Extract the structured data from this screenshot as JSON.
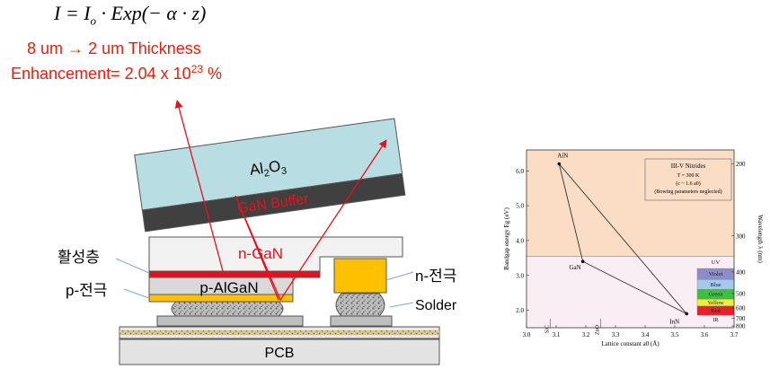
{
  "formula": {
    "lhs": "I",
    "eq1": " = ",
    "i0_base": "I",
    "i0_sub": "o",
    "dot1": " · ",
    "func": "Exp",
    "args": "(− α · z)"
  },
  "note": {
    "line1_left": "8 um",
    "arrow": "→",
    "line1_right": "2 um Thickness",
    "line2_prefix": "Enhancement=  2.04 x 10",
    "line2_exp": "23",
    "line2_suffix": " %"
  },
  "device": {
    "sapphire_base": "Al",
    "sapphire_sub1": "2",
    "sapphire_mid": "O",
    "sapphire_sub2": "3",
    "buffer": "GaN Buffer",
    "n_gan": "n-GaN",
    "p_algan": "p-AlGaN",
    "pcb": "PCB",
    "label_active": "활성층",
    "label_p_electrode": "p-전극",
    "label_n_electrode": "n-전극",
    "label_solder": "Solder"
  },
  "colors": {
    "sapphire": "#b8dde2",
    "buffer": "#404040",
    "active_layer": "#e8101a",
    "electrode": "#ffc000",
    "note_text": "#e8200a",
    "region_uv": "#fbdcc4"
  },
  "chart_data": {
    "type": "scatter",
    "title": "III-V Nitrides",
    "subtitle_lines": [
      "T = 300 K",
      "(c ~ 1.6 a0)",
      "(Bowing parameters neglected)"
    ],
    "xlabel": "Lattice constant a0 (Å)",
    "ylabel": "Bandgap energy Eg (eV)",
    "y2label": "Wavelength λ (nm)",
    "xlim": [
      3.0,
      3.7
    ],
    "ylim": [
      1.5,
      6.6
    ],
    "xticks": [
      3.0,
      3.1,
      3.2,
      3.3,
      3.4,
      3.5,
      3.6,
      3.7
    ],
    "xtick_labels": [
      "3.0",
      "3.1",
      "3.2",
      "3.3",
      "3.4",
      "3.5",
      "3.6",
      "3.7"
    ],
    "yticks": [
      2.0,
      3.0,
      4.0,
      5.0,
      6.0
    ],
    "ytick_labels": [
      "2.0",
      "3.0",
      "4.0",
      "5.0",
      "6.0"
    ],
    "y2ticks_nm": [
      200,
      300,
      400,
      500,
      600,
      700,
      800
    ],
    "y2tick_labels": [
      "200",
      "300",
      "400",
      "500",
      "600",
      "700",
      "800"
    ],
    "uv_boundary_ev": 3.55,
    "points": [
      {
        "name": "AlN",
        "x": 3.11,
        "y": 6.2
      },
      {
        "name": "GaN",
        "x": 3.19,
        "y": 3.4
      },
      {
        "name": "InN",
        "x": 3.54,
        "y": 1.9
      }
    ],
    "substrate_markers": [
      {
        "name": "SiC",
        "x": 3.08
      },
      {
        "name": "ZnO",
        "x": 3.25
      }
    ],
    "spectrum": [
      {
        "name": "UV",
        "ev_top": 3.55,
        "ev_bottom": 3.2,
        "color": ""
      },
      {
        "name": "Violet",
        "ev_top": 3.2,
        "ev_bottom": 2.88,
        "color": "#8c8cc8"
      },
      {
        "name": "Blue",
        "ev_top": 2.88,
        "ev_bottom": 2.6,
        "color": "#a6c8ec"
      },
      {
        "name": "Green",
        "ev_top": 2.6,
        "ev_bottom": 2.32,
        "color": "#3fbe3f"
      },
      {
        "name": "Yellow",
        "ev_top": 2.32,
        "ev_bottom": 2.12,
        "color": "#f5ec3a"
      },
      {
        "name": "Red",
        "ev_top": 2.12,
        "ev_bottom": 1.86,
        "color": "#e8202a"
      },
      {
        "name": "IR",
        "ev_top": 1.86,
        "ev_bottom": 1.6,
        "color": ""
      }
    ]
  }
}
